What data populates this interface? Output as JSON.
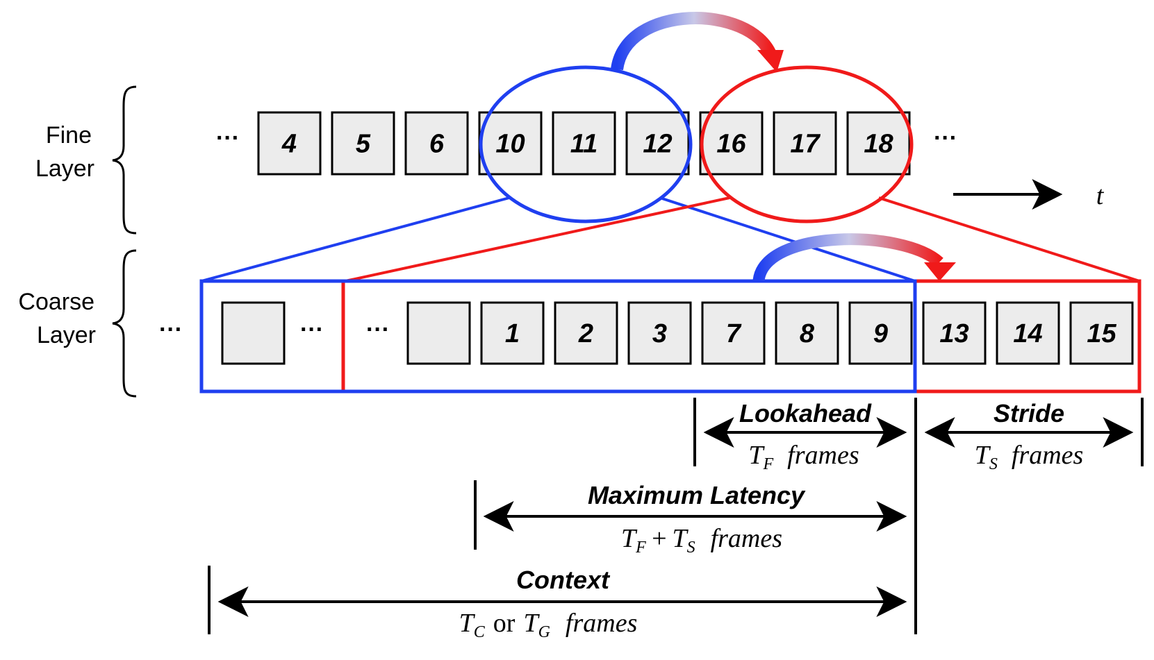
{
  "layers": {
    "fine_line1": "Fine",
    "fine_line2": "Layer",
    "coarse_line1": "Coarse",
    "coarse_line2": "Layer"
  },
  "ellipsis": "···",
  "fine_frames": [
    "4",
    "5",
    "6",
    "10",
    "11",
    "12",
    "16",
    "17",
    "18"
  ],
  "coarse_frames": [
    "1",
    "2",
    "3",
    "7",
    "8",
    "9",
    "13",
    "14",
    "15"
  ],
  "time_axis": "t",
  "annotations": {
    "lookahead": {
      "title": "Lookahead",
      "sym": "T",
      "sub": "F",
      "unit": "frames"
    },
    "stride": {
      "title": "Stride",
      "sym": "T",
      "sub": "S",
      "unit": "frames"
    },
    "max_latency": {
      "title": "Maximum Latency",
      "sym1": "T",
      "sub1": "F",
      "plus": "+",
      "sym2": "T",
      "sub2": "S",
      "unit": "frames"
    },
    "context": {
      "title": "Context",
      "sym1": "T",
      "sub1": "C",
      "or": "or",
      "sym2": "T",
      "sub2": "G",
      "unit": "frames"
    }
  },
  "colors": {
    "blue": "#1f3ff0",
    "red": "#f01a1a",
    "box_fill": "#ececec"
  }
}
